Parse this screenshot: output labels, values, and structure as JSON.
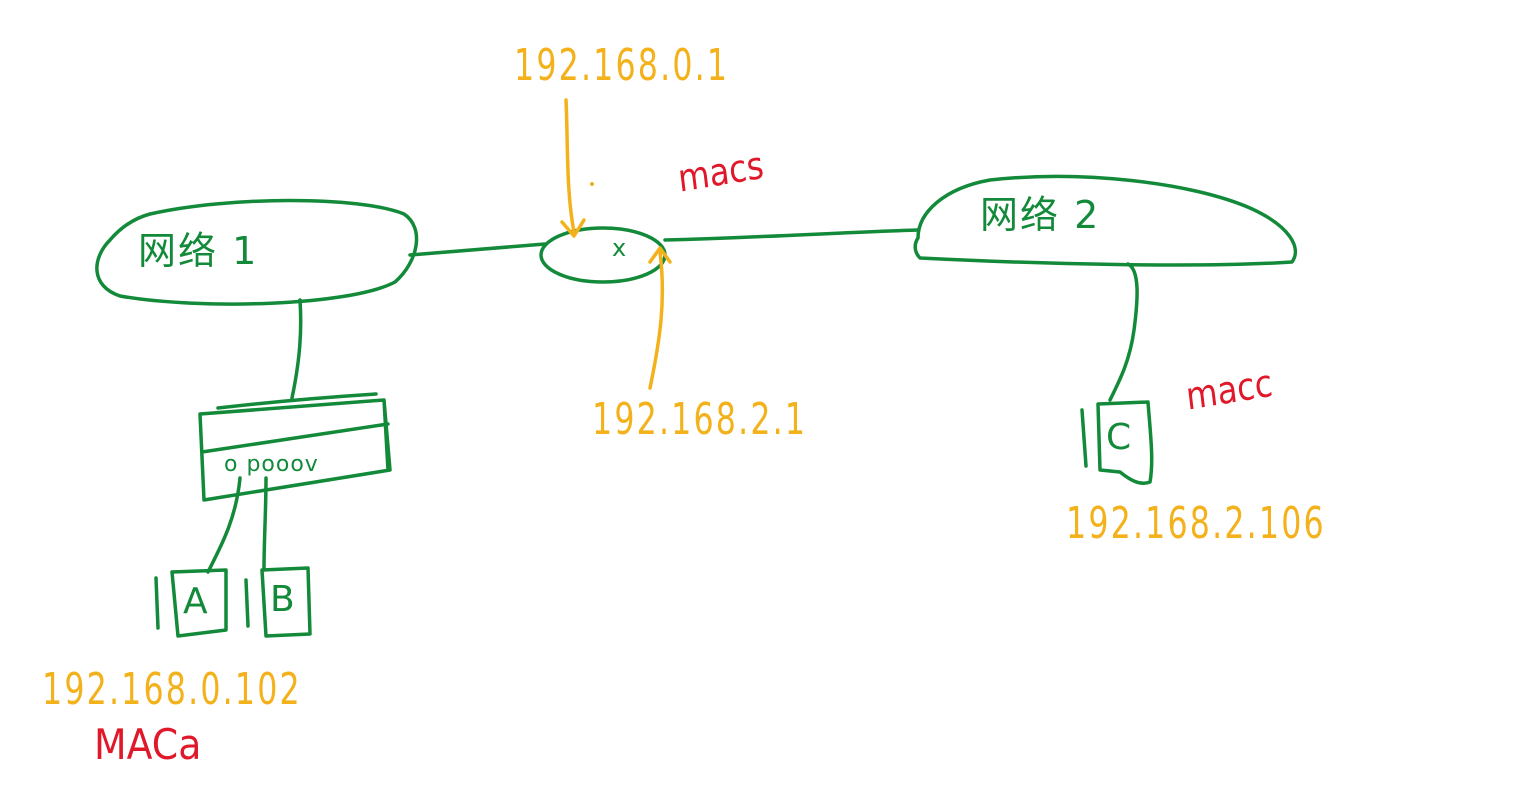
{
  "colors": {
    "stroke": "#138a3a",
    "ip": "#f3b21c",
    "mac": "#e0192a",
    "background": "#ffffff"
  },
  "network1": {
    "label": "网络 1"
  },
  "network2": {
    "label": "网络 2"
  },
  "router": {
    "mark": "x",
    "ip_left": "192.168.0.1",
    "ip_right": "192.168.2.1",
    "mac": "macs"
  },
  "switch": {
    "ports": "o pooov"
  },
  "host_a": {
    "label": "A",
    "ip": "192.168.0.102",
    "mac": "MACa"
  },
  "host_b": {
    "label": "B"
  },
  "host_c": {
    "label": "C",
    "ip": "192.168.2.106",
    "mac": "macc"
  }
}
